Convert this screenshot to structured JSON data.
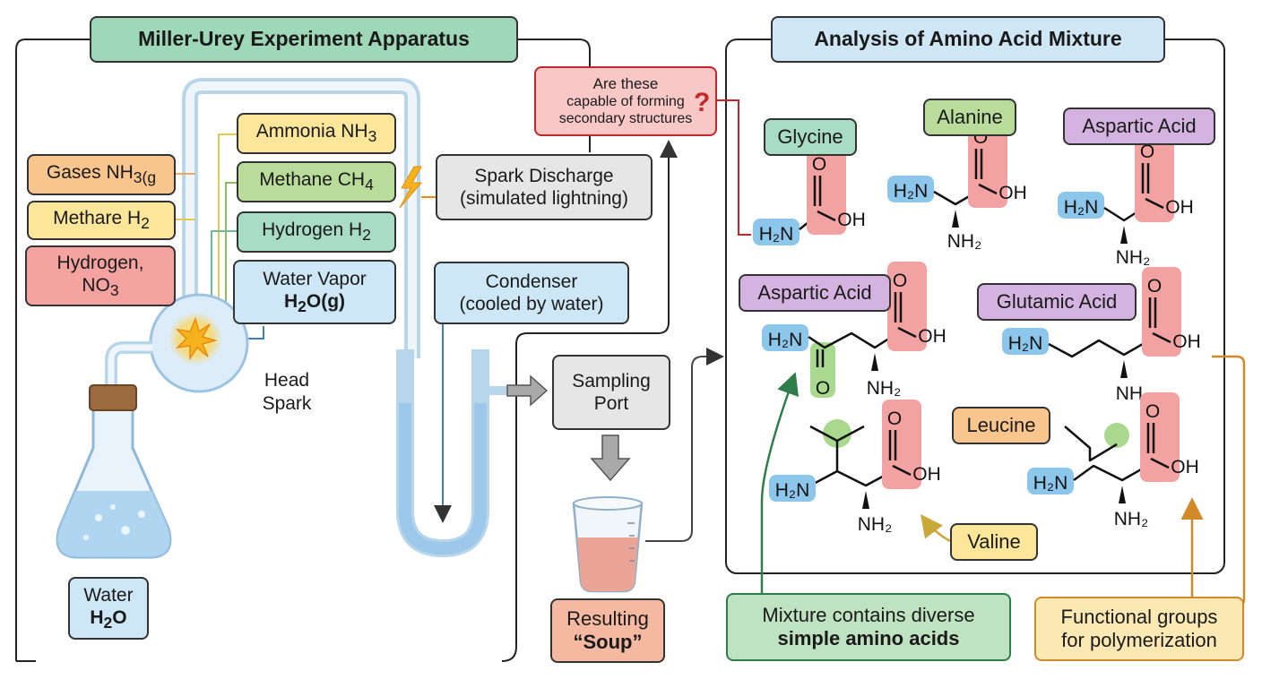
{
  "apparatus": {
    "title": "Miller-Urey Experiment Apparatus",
    "gases_label": "Gases NH",
    "gases_sub": "3(g",
    "methare_label": "Methare H",
    "methare_sub": "2",
    "hydrogen_no3_line1": "Hydrogen,",
    "hydrogen_no3_line2": "NO",
    "hydrogen_no3_sub": "3",
    "ammonia_label": "Ammonia NH",
    "ammonia_sub": "3",
    "methane_label": "Methane CH",
    "methane_sub": "4",
    "hydrogen_label": "Hydrogen H",
    "hydrogen_sub": "2",
    "water_vapor_line1": "Water Vapor",
    "water_vapor_line2a": "H",
    "water_vapor_line2sub": "2",
    "water_vapor_line2b": "O(g)",
    "spark_discharge_line1": "Spark Discharge",
    "spark_discharge_line2": "(simulated lightning)",
    "condenser_line1": "Condenser",
    "condenser_line2": "(cooled by water)",
    "head_spark_line1": "Head",
    "head_spark_line2": "Spark",
    "water_line1": "Water",
    "water_line2a": "H",
    "water_line2sub": "2",
    "water_line2b": "O",
    "sampling_line1": "Sampling",
    "sampling_line2": "Port",
    "soup_line1": "Resulting",
    "soup_line2": "“Soup”",
    "question_line1": "Are these",
    "question_line2": "capable of forming",
    "question_line3": "secondary structures",
    "question_mark": "?"
  },
  "analysis": {
    "title": "Analysis of Amino Acid Mixture",
    "glycine": "Glycine",
    "alanine": "Alanine",
    "aspartic_top": "Aspartic Acid",
    "aspartic_mid": "Aspartic Acid",
    "glutamic": "Glutamic Acid",
    "leucine": "Leucine",
    "valine": "Valine",
    "mixture_line1": "Mixture contains diverse",
    "mixture_line2": "simple amino acids",
    "functional_line1": "Functional groups",
    "functional_line2": "for polymerization"
  },
  "molecule_text": {
    "h2n": "H₂N",
    "oh": "OH",
    "o": "O",
    "nh2": "NH₂"
  },
  "colors": {
    "amine_blue": "#8cc6ea",
    "carboxyl_red": "#f3a2a2",
    "side_green": "#a9d98f",
    "flask_water": "#a8d2ef",
    "soup": "#eaa596",
    "condenser_water": "#9ec8ea"
  }
}
